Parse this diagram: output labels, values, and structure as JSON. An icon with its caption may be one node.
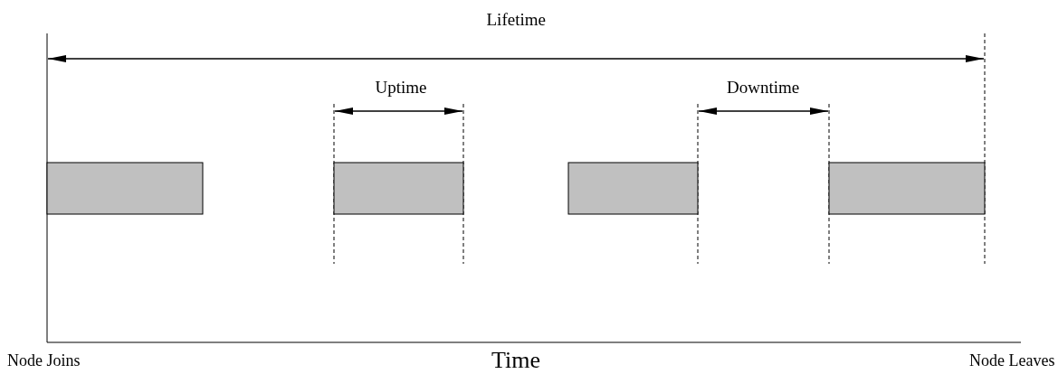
{
  "diagram": {
    "nodes": [
      {
        "text": [],
        "shape": "bar"
      },
      {
        "text": [],
        "shape": "bar"
      },
      {
        "text": [],
        "shape": "bar"
      },
      {
        "text": [],
        "shape": "bar"
      }
    ],
    "labels": [
      "Lifetime",
      "Uptime",
      "Downtime",
      "Node Joins",
      "Time",
      "Node Leaves"
    ]
  }
}
